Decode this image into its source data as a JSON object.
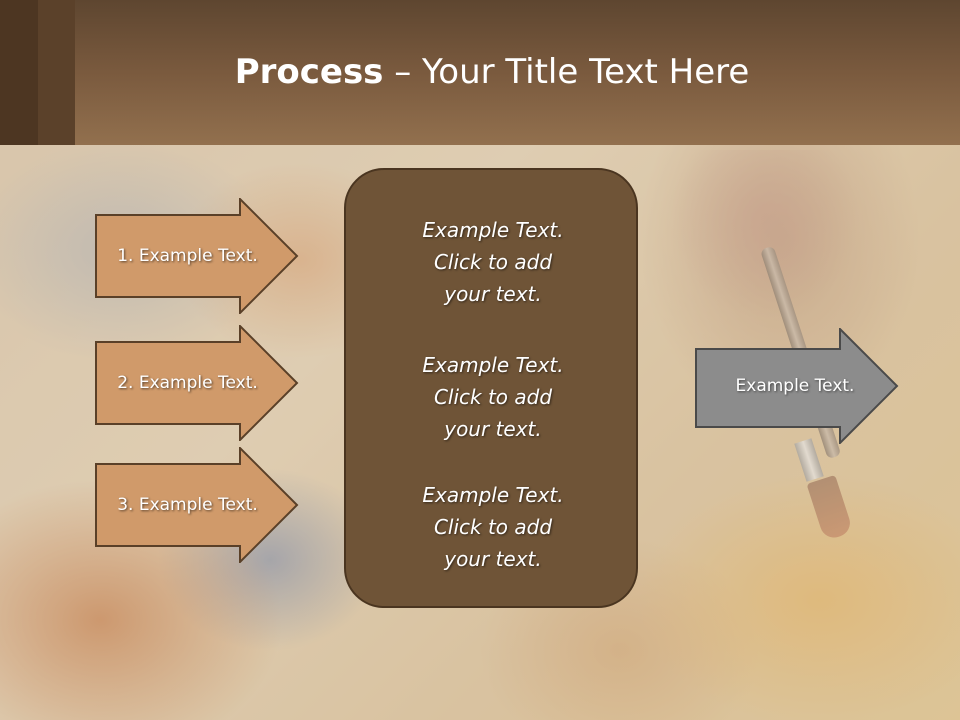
{
  "slide": {
    "title_bold": "Process",
    "title_rest": " – Your Title Text Here"
  },
  "left_steps": [
    {
      "label": "1. Example Text."
    },
    {
      "label": "2. Example Text."
    },
    {
      "label": "3. Example Text."
    }
  ],
  "center_box": {
    "blocks": [
      {
        "line1": "Example Text.",
        "line2": "Click  to add",
        "line3": "your text."
      },
      {
        "line1": "Example Text.",
        "line2": "Click  to add",
        "line3": "your text."
      },
      {
        "line1": "Example Text.",
        "line2": "Click  to add",
        "line3": "your text."
      }
    ]
  },
  "right_output": {
    "label": "Example Text."
  },
  "colors": {
    "header": "#7a5a3e",
    "arrow_fill": "#d09a6a",
    "center_fill": "#6f5437",
    "output_fill": "#8c8c8c"
  }
}
